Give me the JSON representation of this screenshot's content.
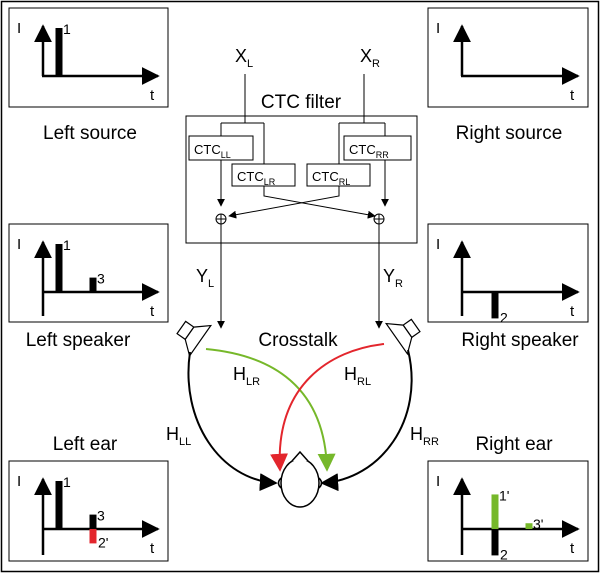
{
  "labels": {
    "ctc_filter": "CTC filter",
    "left_source": "Left source",
    "right_source": "Right source",
    "left_speaker": "Left speaker",
    "right_speaker": "Right speaker",
    "crosstalk": "Crosstalk",
    "left_ear": "Left ear",
    "right_ear": "Right ear"
  },
  "signals": {
    "xl": {
      "main": "X",
      "sub": "L"
    },
    "xr": {
      "main": "X",
      "sub": "R"
    },
    "yl": {
      "main": "Y",
      "sub": "L"
    },
    "yr": {
      "main": "Y",
      "sub": "R"
    }
  },
  "filters": {
    "ll": {
      "main": "CTC",
      "sub": "LL"
    },
    "lr": {
      "main": "CTC",
      "sub": "LR"
    },
    "rl": {
      "main": "CTC",
      "sub": "RL"
    },
    "rr": {
      "main": "CTC",
      "sub": "RR"
    }
  },
  "paths": {
    "hll": {
      "main": "H",
      "sub": "LL"
    },
    "hlr": {
      "main": "H",
      "sub": "LR"
    },
    "hrl": {
      "main": "H",
      "sub": "RL"
    },
    "hrr": {
      "main": "H",
      "sub": "RR"
    }
  },
  "axes": {
    "y": "I",
    "x": "t"
  },
  "colors": {
    "crosstalk_left": "#76b82a",
    "crosstalk_right": "#e3262d",
    "direct": "#000000"
  },
  "plots": {
    "left_source": {
      "impulses": [
        {
          "t": 1,
          "amp": 1.0,
          "color": "#000000",
          "label": "1"
        }
      ]
    },
    "right_source": {
      "impulses": []
    },
    "left_speaker": {
      "impulses": [
        {
          "t": 1,
          "amp": 1.0,
          "color": "#000000",
          "label": "1"
        },
        {
          "t": 3,
          "amp": 0.3,
          "color": "#000000",
          "label": "3"
        }
      ]
    },
    "right_speaker": {
      "impulses": [
        {
          "t": 2,
          "amp": -0.55,
          "color": "#000000",
          "label": "2"
        }
      ]
    },
    "left_ear": {
      "impulses": [
        {
          "t": 1,
          "amp": 1.0,
          "color": "#000000",
          "label": "1"
        },
        {
          "t": 3,
          "amp": 0.3,
          "color": "#000000",
          "label": "3"
        },
        {
          "t": 3,
          "amp": -0.3,
          "color": "#e3262d",
          "label": "2'"
        }
      ]
    },
    "right_ear": {
      "impulses": [
        {
          "t": 2,
          "amp": 0.72,
          "color": "#76b82a",
          "label": "1'"
        },
        {
          "t": 2,
          "amp": -0.55,
          "color": "#000000",
          "label": "2"
        },
        {
          "t": 4,
          "amp": 0.12,
          "color": "#76b82a",
          "label": "3'"
        }
      ]
    }
  }
}
